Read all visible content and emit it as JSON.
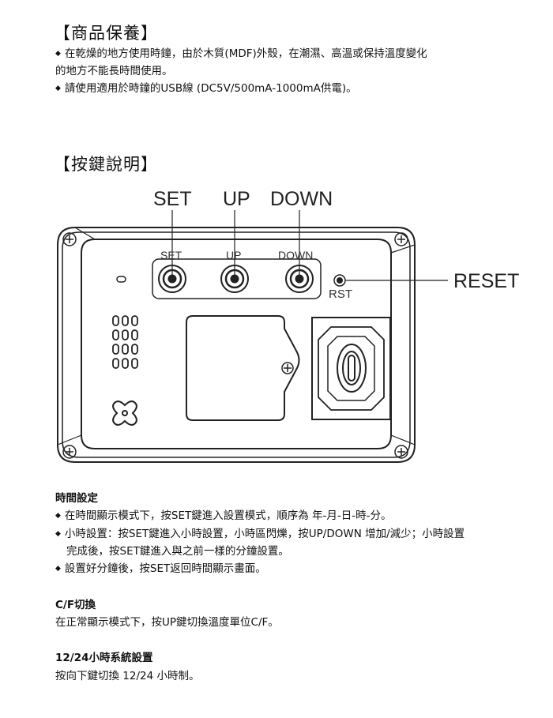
{
  "care": {
    "heading": "【商品保養】",
    "line1": "在乾燥的地方使用時鐘，由於木質(MDF)外殼，在潮濕、高溫或保持溫度變化",
    "line2": "的地方不能長時間使用。",
    "line3": "請使用適用於時鐘的USB線 (DC5V/500mA-1000mA供電)。"
  },
  "keys": {
    "heading": "【按鍵說明】",
    "top_labels": {
      "set": "SET",
      "up": "UP",
      "down": "DOWN"
    },
    "panel_labels": {
      "set": "SET",
      "up": "UP",
      "down": "DOWN",
      "rst": "RST"
    },
    "reset_label": "RESET"
  },
  "time_setting": {
    "title": "時間設定",
    "item1": "在時間顯示模式下，按SET鍵進入設置模式，順序為 年-月-日-時-分。",
    "item2a": "小時設置：按SET鍵進入小時設置，小時區閃爍，按UP/DOWN 增加/減少；小時設置",
    "item2b": "完成後，按SET鍵進入與之前一樣的分鐘設置。",
    "item3": "設置好分鐘後，按SET返回時間顯示畫面。"
  },
  "cf_switch": {
    "title": "C/F切換",
    "text": "在正常顯示模式下，按UP鍵切換溫度單位C/F。"
  },
  "hour_system": {
    "title": "12/24小時系統設置",
    "text": "按向下鍵切換 12/24 小時制。"
  }
}
